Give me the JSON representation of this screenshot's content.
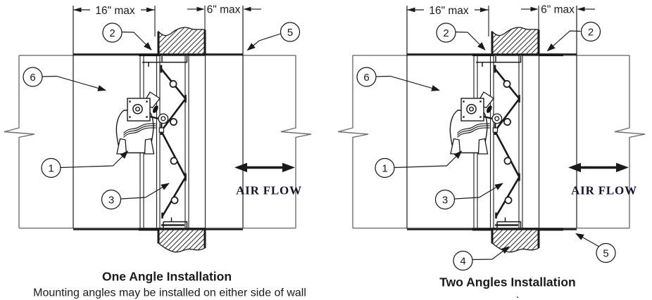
{
  "diagrams": {
    "left": {
      "title": "One Angle Installation",
      "subtitle": "Mounting angles may be installed on either side of wall",
      "dim_sleeve_extension": "16\" max",
      "dim_wall_side": "6\" max",
      "airflow_label": "AIR FLOW",
      "callouts": {
        "actuator": "1",
        "mounting_angle": "2",
        "damper_blade": "3",
        "breakaway_connection": "5",
        "duct": "6"
      }
    },
    "right": {
      "title": "Two Angles Installation",
      "footnote": ".",
      "dim_sleeve_extension": "16\" max",
      "dim_wall_side": "6\" max",
      "airflow_label": "AIR FLOW",
      "callouts": {
        "actuator": "1",
        "mounting_angle_left": "2",
        "mounting_angle_right": "2",
        "damper_blade": "3",
        "wall": "4",
        "breakaway_connection": "5",
        "duct": "6"
      }
    }
  },
  "colors": {
    "line": "#1a1a1a",
    "duct_line": "#6f6f6f",
    "airflow_text": "#15152e",
    "background": "#ffffff"
  }
}
